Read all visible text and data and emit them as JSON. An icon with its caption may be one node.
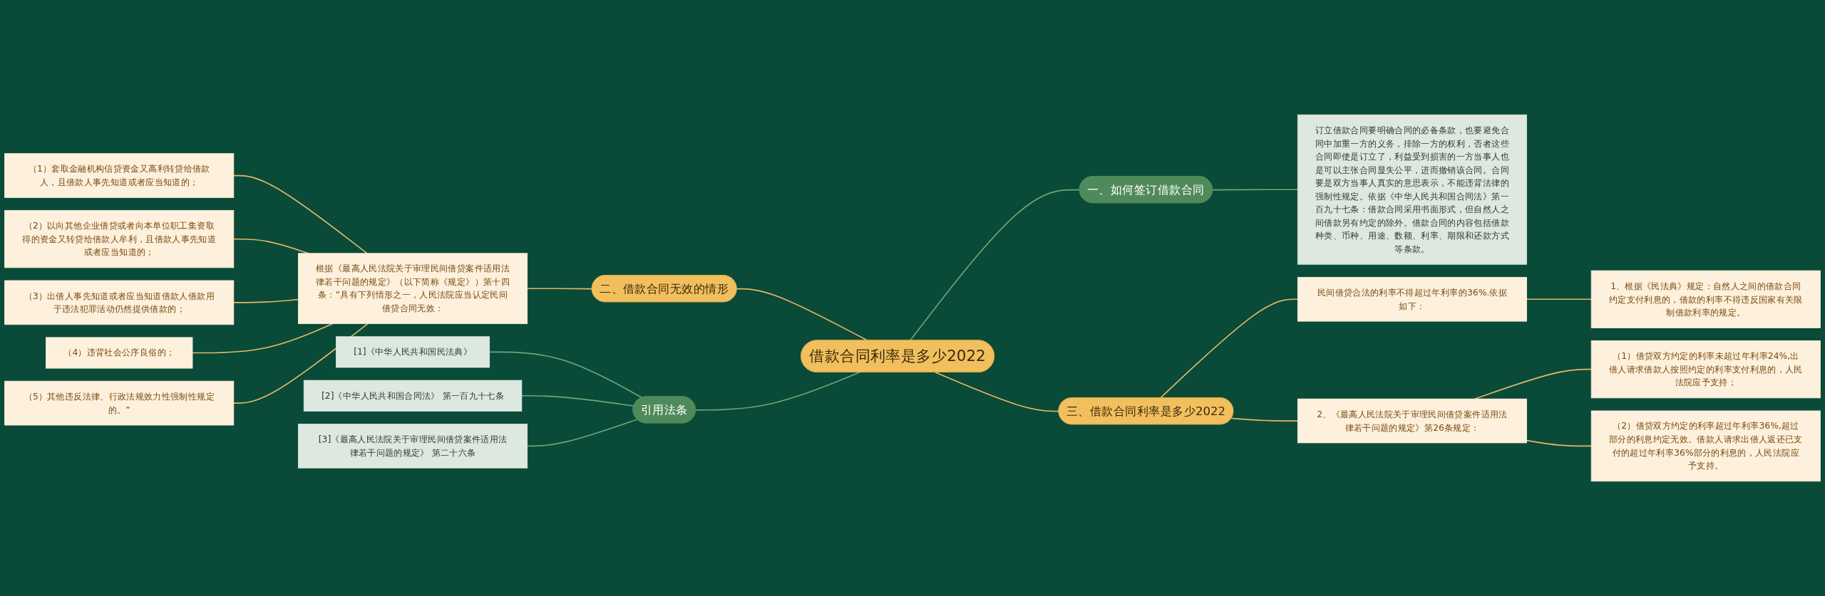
{
  "diagram": {
    "nodes": [
      {
        "text": [
          "借款合同利率是多少2022"
        ]
      },
      {
        "text": [
          "二、借款合同无效的情形"
        ]
      },
      {
        "text": [
          "根据《最高人民法院关于审理民间借贷案件适用法律若干问题的规定》（以下简称《规定》）第十四条：“具有下列情形之一，人民法院应当认定民间借贷合同无效："
        ]
      },
      {
        "text": [
          "（1）套取金融机构信贷资金又高利转贷给借款人，且借款人事先知道或者应当知道的；"
        ]
      },
      {
        "text": [
          "（2）以向其他企业借贷或者向本单位职工集资取得的资金又转贷给借款人牟利，且借款人事先知道或者应当知道的；"
        ]
      },
      {
        "text": [
          "（3）出借人事先知道或者应当知道借款人借款用于违法犯罪活动仍然提供借款的；"
        ]
      },
      {
        "text": [
          "（4）违背社会公序良俗的；"
        ]
      },
      {
        "text": [
          "（5）其他违反法律、行政法规效力性强制性规定的。”"
        ]
      },
      {
        "text": [
          "引用法条"
        ]
      },
      {
        "text": [
          "[1]《中华人民共和国民法典》"
        ]
      },
      {
        "text": [
          "[2]《中华人民共和国合同法》 第一百九十七条"
        ]
      },
      {
        "text": [
          "[3]《最高人民法院关于审理民间借贷案件适用法律若干问题的规定》 第二十六条"
        ]
      },
      {
        "text": [
          "一、如何签订借款合同"
        ]
      },
      {
        "text": [
          "订立借款合同要明确合同的必备条款，也要避免合同中加重一方的义务，排除一方的权利，否者这些合同即使是订立了，利益受到损害的一方当事人也是可以主张合同显失公平，进而撤销该合同。合同要是双方当事人真实的意思表示，不能违背法律的强制性规定。依据《中华人民共和国合同法》第一百九十七条：借款合同采用书面形式，但自然人之间借款另有约定的除外。借款合同的内容包括借款种类、币种、用途、数额、利率、期限和还款方式等条款。"
        ]
      },
      {
        "text": [
          "三、借款合同利率是多少2022"
        ]
      },
      {
        "text": [
          "民间借贷合法的利率不得超过年利率的36%.依据如下："
        ]
      },
      {
        "text": [
          "1、根据《民法典》规定：自然人之间的借款合同约定支付利息的，借款的利率不得违反国家有关限制借款利率的规定。"
        ]
      },
      {
        "text": [
          "2、《最高人民法院关于审理民间借贷案件适用法律若干问题的规定》第26条规定："
        ]
      },
      {
        "text": [
          "（1）借贷双方约定的利率未超过年利率24%,出借人请求借款人按照约定的利率支付利息的，人民法院应予支持；"
        ]
      },
      {
        "text": [
          "（2）借贷双方约定的利率超过年利率36%,超过部分的利息约定无效。借款人请求出借人返还已支付的超过年利率36%部分的利息的，人民法院应予支持。"
        ]
      }
    ],
    "edges": [
      {
        "from": 0,
        "to": 1,
        "arrow": "none"
      },
      {
        "from": 1,
        "to": 2,
        "arrow": "none"
      },
      {
        "from": 2,
        "to": 3,
        "arrow": "none"
      },
      {
        "from": 2,
        "to": 4,
        "arrow": "none"
      },
      {
        "from": 2,
        "to": 5,
        "arrow": "none"
      },
      {
        "from": 2,
        "to": 6,
        "arrow": "none"
      },
      {
        "from": 2,
        "to": 7,
        "arrow": "none"
      },
      {
        "from": 0,
        "to": 8,
        "arrow": "none",
        "color": "#6aa878"
      },
      {
        "from": 8,
        "to": 9,
        "arrow": "none",
        "color": "#6aa878"
      },
      {
        "from": 8,
        "to": 10,
        "arrow": "none",
        "color": "#6aa878"
      },
      {
        "from": 8,
        "to": 11,
        "arrow": "none",
        "color": "#6aa878"
      },
      {
        "from": 0,
        "to": 12,
        "arrow": "none",
        "color": "#6aa878"
      },
      {
        "from": 12,
        "to": 13,
        "arrow": "none",
        "color": "#6aa878"
      },
      {
        "from": 0,
        "to": 14,
        "arrow": "none"
      },
      {
        "from": 14,
        "to": 15,
        "arrow": "none"
      },
      {
        "from": 15,
        "to": 16,
        "arrow": "none"
      },
      {
        "from": 14,
        "to": 17,
        "arrow": "none"
      },
      {
        "from": 17,
        "to": 18,
        "arrow": "none"
      },
      {
        "from": 17,
        "to": 19,
        "arrow": "none"
      }
    ]
  }
}
